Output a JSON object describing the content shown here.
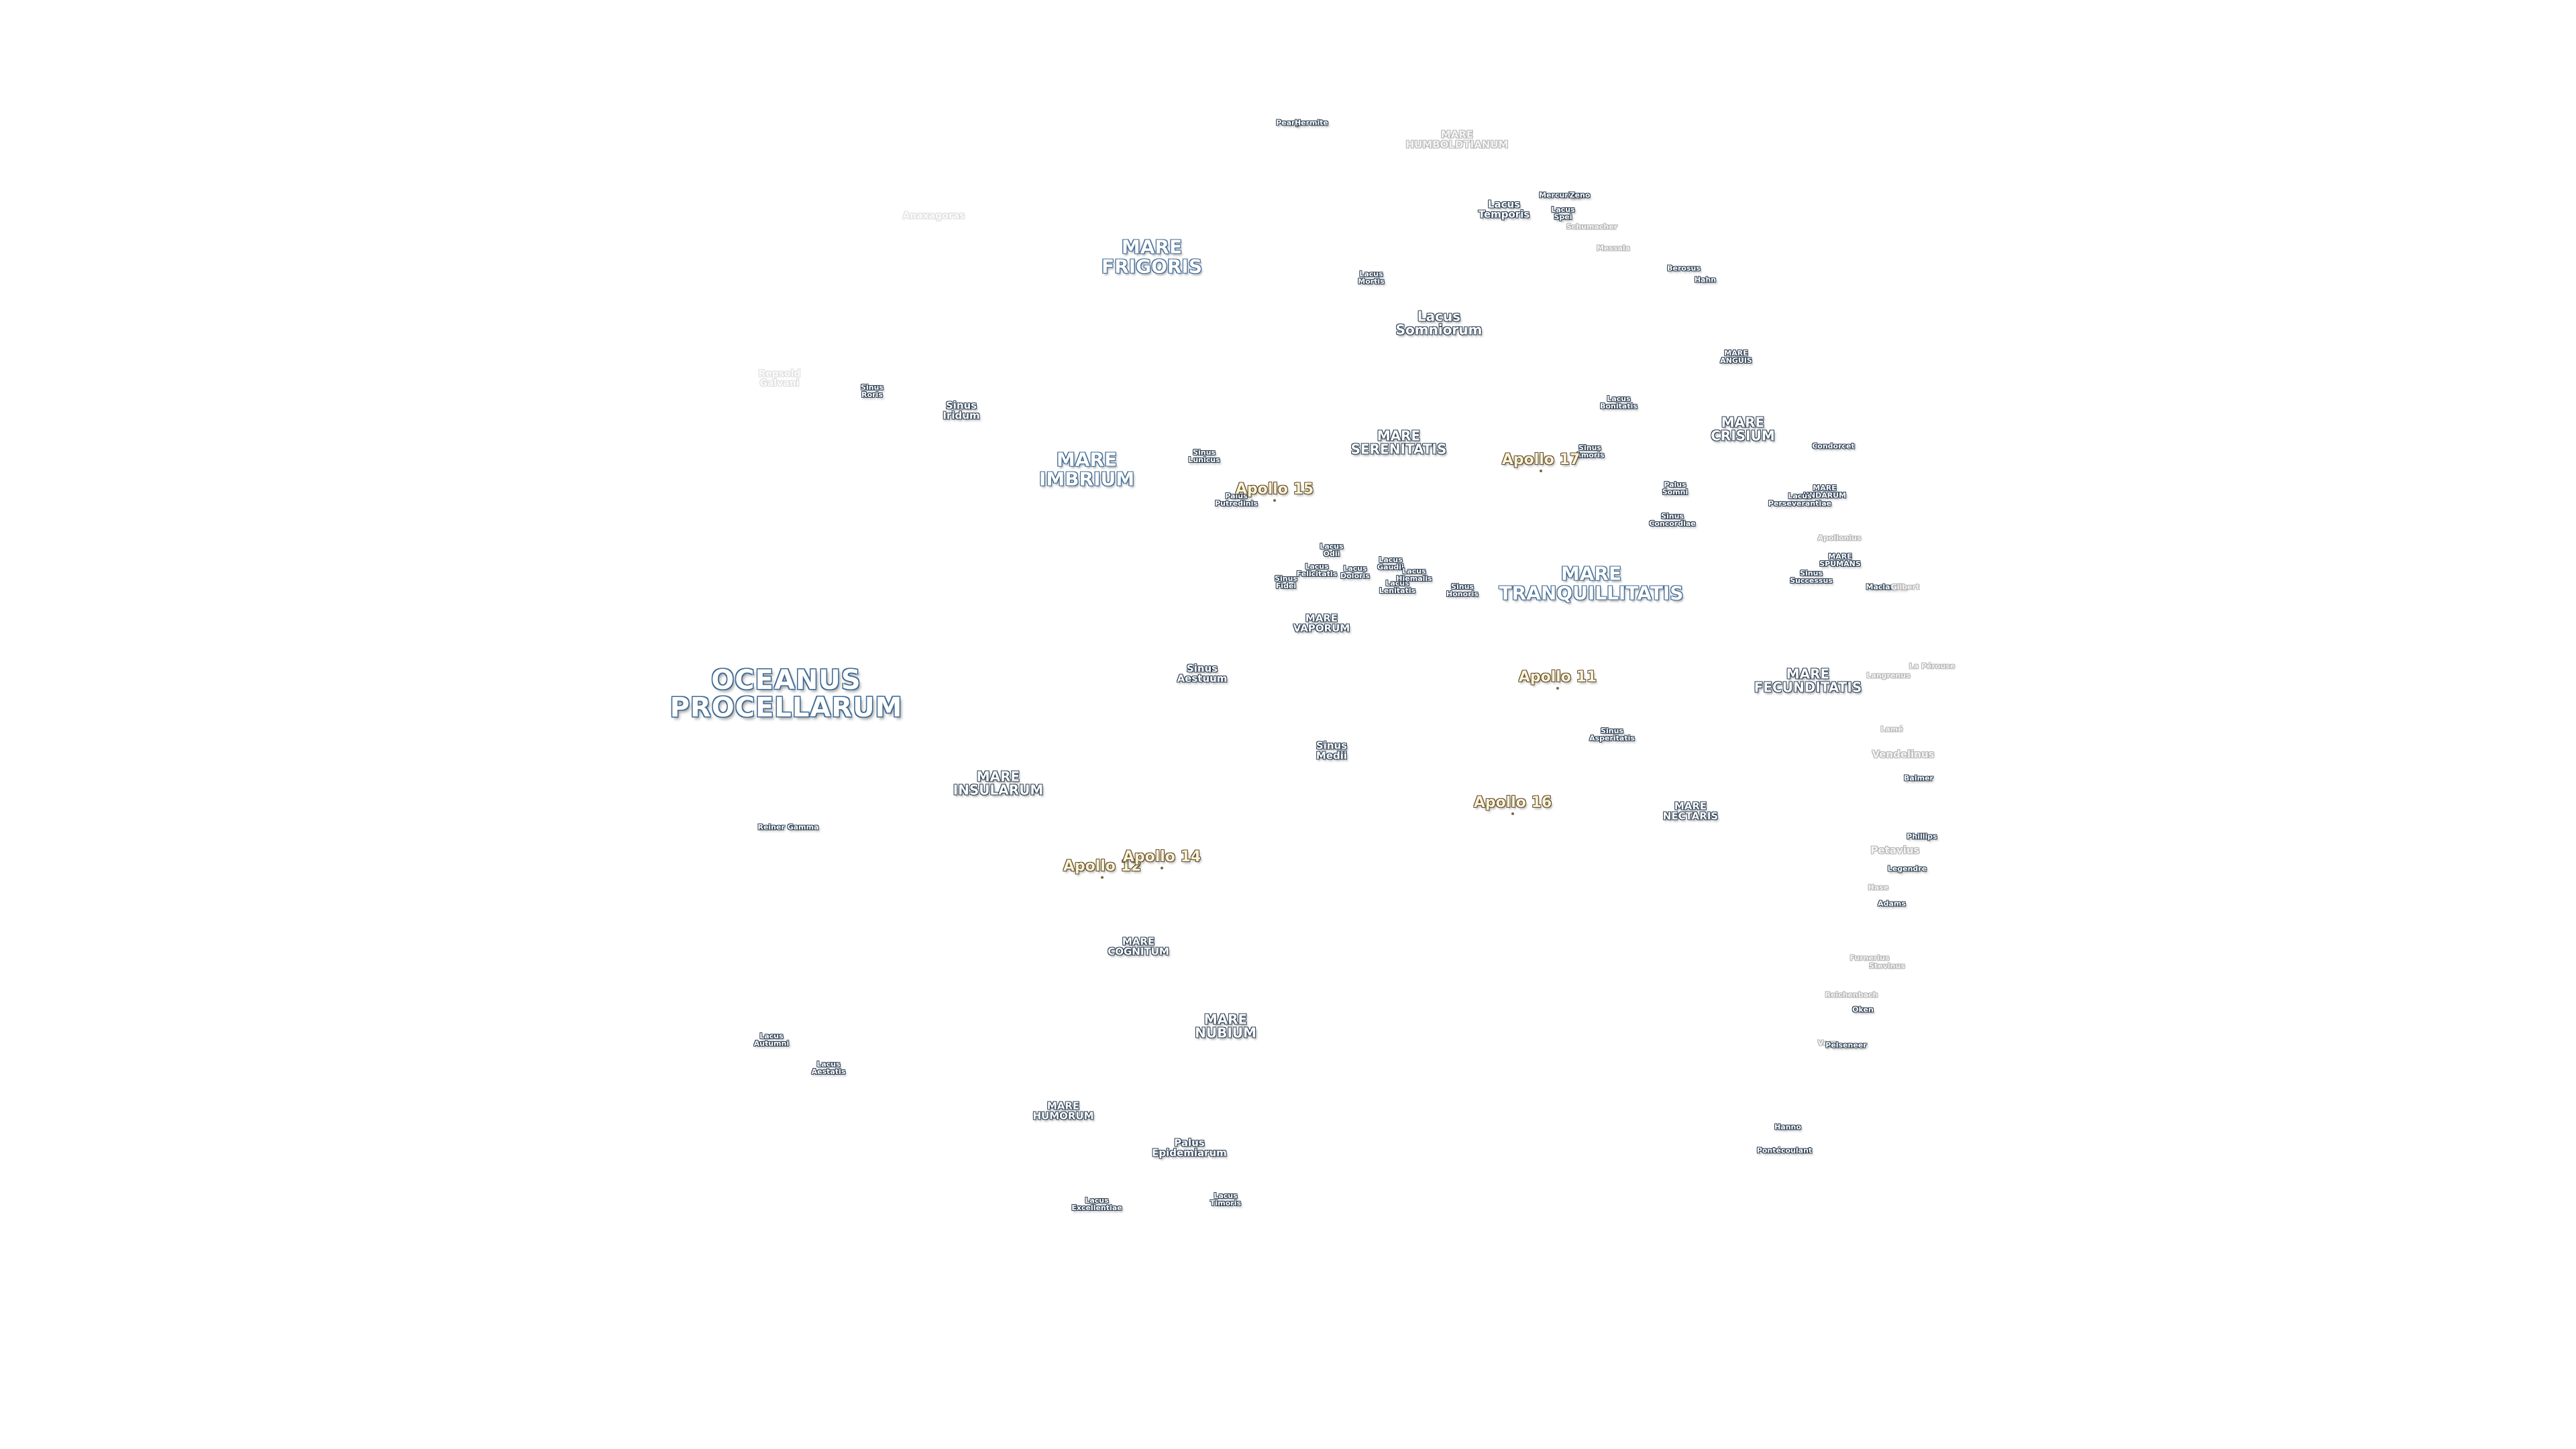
{
  "map": {
    "labels": [
      {
        "id": "oceanus-procellarum",
        "text": "OCEANUS\nPROCELLARUM",
        "style": "xl"
      },
      {
        "id": "mare-frigoris",
        "text": "MARE\nFRIGORIS",
        "style": "lg"
      },
      {
        "id": "mare-imbrium",
        "text": "MARE\nIMBRIUM",
        "style": "lg"
      },
      {
        "id": "mare-serenitatis",
        "text": "MARE\nSERENITATIS",
        "style": "md"
      },
      {
        "id": "mare-tranquillitatis",
        "text": "MARE\nTRANQUILLITATIS",
        "style": "lg"
      },
      {
        "id": "mare-crisium",
        "text": "MARE\nCRISIUM",
        "style": "md"
      },
      {
        "id": "mare-fecunditatis",
        "text": "MARE\nFECUNDITATIS",
        "style": "md"
      },
      {
        "id": "mare-nectaris",
        "text": "MARE\nNECTARIS",
        "style": "sm"
      },
      {
        "id": "mare-nubium",
        "text": "MARE\nNUBIUM",
        "style": "md"
      },
      {
        "id": "mare-insularum",
        "text": "MARE\nINSULARUM",
        "style": "md"
      },
      {
        "id": "mare-cognitum",
        "text": "MARE\nCOGNITUM",
        "style": "sm"
      },
      {
        "id": "mare-humorum",
        "text": "MARE\nHUMORUM",
        "style": "sm"
      },
      {
        "id": "mare-vaporum",
        "text": "MARE\nVAPORUM",
        "style": "sm"
      },
      {
        "id": "mare-anguis",
        "text": "MARE\nANGUIS",
        "style": "xs"
      },
      {
        "id": "mare-undarum",
        "text": "MARE\nUNDARUM",
        "style": "xs"
      },
      {
        "id": "mare-spumans",
        "text": "MARE\nSPUMANS",
        "style": "xs"
      },
      {
        "id": "mare-humboldtianum",
        "text": "MARE\nHUMBOLDTIANUM",
        "style": "faint-sm"
      },
      {
        "id": "lacus-somniorum",
        "text": "Lacus\nSomniorum",
        "style": "md"
      },
      {
        "id": "lacus-mortis",
        "text": "Lacus\nMortis",
        "style": "xs"
      },
      {
        "id": "lacus-temporis",
        "text": "Lacus\nTemporis",
        "style": "sm"
      },
      {
        "id": "lacus-spei",
        "text": "Lacus\nSpei",
        "style": "xs"
      },
      {
        "id": "lacus-bonitatis",
        "text": "Lacus\nBonitatis",
        "style": "xs"
      },
      {
        "id": "lacus-autumni",
        "text": "Lacus\nAutumni",
        "style": "xs"
      },
      {
        "id": "lacus-aestatis",
        "text": "Lacus\nAestatis",
        "style": "xs"
      },
      {
        "id": "lacus-excellentiae",
        "text": "Lacus\nExcellentiae",
        "style": "xs"
      },
      {
        "id": "lacus-timoris",
        "text": "Lacus\nTimoris",
        "style": "xs"
      },
      {
        "id": "lacus-felicitatis",
        "text": "Lacus\nFelicitatis",
        "style": "xs"
      },
      {
        "id": "lacus-doloris",
        "text": "Lacus\nDoloris",
        "style": "xs"
      },
      {
        "id": "lacus-gaudii",
        "text": "Lacus\nGaudii",
        "style": "xs"
      },
      {
        "id": "lacus-odii",
        "text": "Lacus\nOdii",
        "style": "xs"
      },
      {
        "id": "lacus-lenitatis",
        "text": "Lacus\nLenitatis",
        "style": "xs"
      },
      {
        "id": "lacus-hiemalis",
        "text": "Lacus\nHiemalis",
        "style": "xs"
      },
      {
        "id": "sinus-roris",
        "text": "Sinus\nRoris",
        "style": "xs"
      },
      {
        "id": "sinus-iridum",
        "text": "Sinus\nIridum",
        "style": "sm"
      },
      {
        "id": "sinus-lunicus",
        "text": "Sinus\nLunicus",
        "style": "xs"
      },
      {
        "id": "sinus-amoris",
        "text": "Sinus\nAmoris",
        "style": "xs"
      },
      {
        "id": "sinus-concordiae",
        "text": "Sinus\nConcordiae",
        "style": "xs"
      },
      {
        "id": "sinus-successus",
        "text": "Sinus\nSuccessus",
        "style": "xs"
      },
      {
        "id": "sinus-fidei",
        "text": "Sinus\nFidei",
        "style": "xs"
      },
      {
        "id": "sinus-honoris",
        "text": "Sinus\nHonoris",
        "style": "xs"
      },
      {
        "id": "sinus-aestuum",
        "text": "Sinus\nAestuum",
        "style": "sm"
      },
      {
        "id": "sinus-medii",
        "text": "Sinus\nMedii",
        "style": "sm"
      },
      {
        "id": "sinus-asperitatis",
        "text": "Sinus\nAsperitatis",
        "style": "xs"
      },
      {
        "id": "palus-somni",
        "text": "Palus\nSomni",
        "style": "xs"
      },
      {
        "id": "palus-putredinis",
        "text": "Palus\nPutredinis",
        "style": "xs"
      },
      {
        "id": "palus-epidemiarum",
        "text": "Palus\nEpidemiarum",
        "style": "sm"
      },
      {
        "id": "reiner-gamma",
        "text": "Reiner Gamma",
        "style": "xs"
      },
      {
        "id": "peary",
        "text": "Peary",
        "style": "xs"
      },
      {
        "id": "hermite",
        "text": "Hermite",
        "style": "xs"
      },
      {
        "id": "mercurius",
        "text": "Mercurius",
        "style": "xs"
      },
      {
        "id": "zeno",
        "text": "Zeno",
        "style": "xs"
      },
      {
        "id": "schumacher",
        "text": "Schumacher",
        "style": "faint-xs"
      },
      {
        "id": "messala",
        "text": "Messala",
        "style": "faint-xs"
      },
      {
        "id": "berosus",
        "text": "Berosus",
        "style": "xs"
      },
      {
        "id": "hahn",
        "text": "Hahn",
        "style": "xs"
      },
      {
        "id": "condorcet",
        "text": "Condorcet",
        "style": "xs"
      },
      {
        "id": "lacus-perseverantiae",
        "text": "Lacus\nPerseverantiae",
        "style": "xs"
      },
      {
        "id": "apollonius",
        "text": "Apollonius",
        "style": "faint-xs"
      },
      {
        "id": "maclaurin",
        "text": "Maclaurin",
        "style": "xs"
      },
      {
        "id": "gilbert",
        "text": "Gilbert",
        "style": "faint-xs"
      },
      {
        "id": "la-perouse",
        "text": "La Pérouse",
        "style": "faint-xs"
      },
      {
        "id": "langrenus",
        "text": "Langrenus",
        "style": "faint-xs"
      },
      {
        "id": "lame",
        "text": "Lamé",
        "style": "faint-xs"
      },
      {
        "id": "vendelinus",
        "text": "Vendelinus",
        "style": "faint-sm"
      },
      {
        "id": "balmer",
        "text": "Balmer",
        "style": "xs"
      },
      {
        "id": "phillips",
        "text": "Phillips",
        "style": "xs"
      },
      {
        "id": "petavius",
        "text": "Petavius",
        "style": "faint-sm"
      },
      {
        "id": "legendre",
        "text": "Legendre",
        "style": "xs"
      },
      {
        "id": "hase",
        "text": "Hase",
        "style": "faint-xs"
      },
      {
        "id": "adams",
        "text": "Adams",
        "style": "xs"
      },
      {
        "id": "furnerius",
        "text": "Furnerius",
        "style": "faint-xs"
      },
      {
        "id": "stevinus",
        "text": "Stevinus",
        "style": "faint-xs"
      },
      {
        "id": "reichenbach",
        "text": "Reichenbach",
        "style": "faint-xs"
      },
      {
        "id": "oken",
        "text": "Oken",
        "style": "xs"
      },
      {
        "id": "vega",
        "text": "Vega",
        "style": "faint-xs"
      },
      {
        "id": "pontecoulant",
        "text": "Pontécoulant",
        "style": "xs"
      },
      {
        "id": "hanno",
        "text": "Hanno",
        "style": "xs"
      },
      {
        "id": "pelseneer",
        "text": "Pelseneer",
        "style": "xs"
      },
      {
        "id": "anaxagoras",
        "text": "Anaxagoras",
        "style": "ghost"
      },
      {
        "id": "repsold",
        "text": "Repsold\nGalvani",
        "style": "ghost"
      }
    ],
    "sites": [
      {
        "id": "apollo-11",
        "text": "Apollo 11"
      },
      {
        "id": "apollo-12",
        "text": "Apollo 12"
      },
      {
        "id": "apollo-14",
        "text": "Apollo 14"
      },
      {
        "id": "apollo-15",
        "text": "Apollo 15"
      },
      {
        "id": "apollo-16",
        "text": "Apollo 16"
      },
      {
        "id": "apollo-17",
        "text": "Apollo 17"
      }
    ]
  }
}
